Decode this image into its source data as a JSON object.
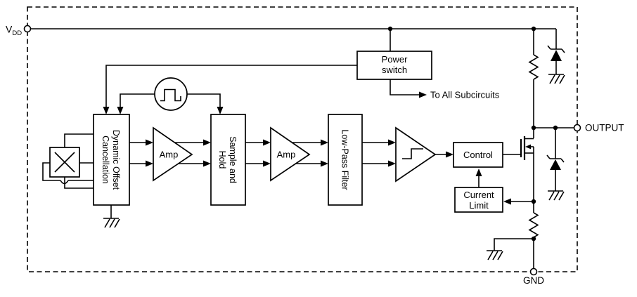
{
  "diagram": {
    "terminals": {
      "vdd_main": "V",
      "vdd_sub": "DD",
      "output": "OUTPUT",
      "gnd": "GND"
    },
    "blocks": {
      "power_switch": {
        "line1": "Power",
        "line2": "switch"
      },
      "dynamic_offset": {
        "line1": "Dynamic Offset",
        "line2": "Cancellation"
      },
      "amp1": "Amp",
      "sample_hold": {
        "line1": "Sample and",
        "line2": "Hold"
      },
      "amp2": "Amp",
      "low_pass_filter": "Low-Pass Filter",
      "control": "Control",
      "current_limit": {
        "line1": "Current",
        "line2": "Limit"
      }
    },
    "annotations": {
      "to_all_subcircuits": "To All Subcircuits"
    },
    "colors": {
      "line": "#000000",
      "background": "#ffffff"
    }
  }
}
